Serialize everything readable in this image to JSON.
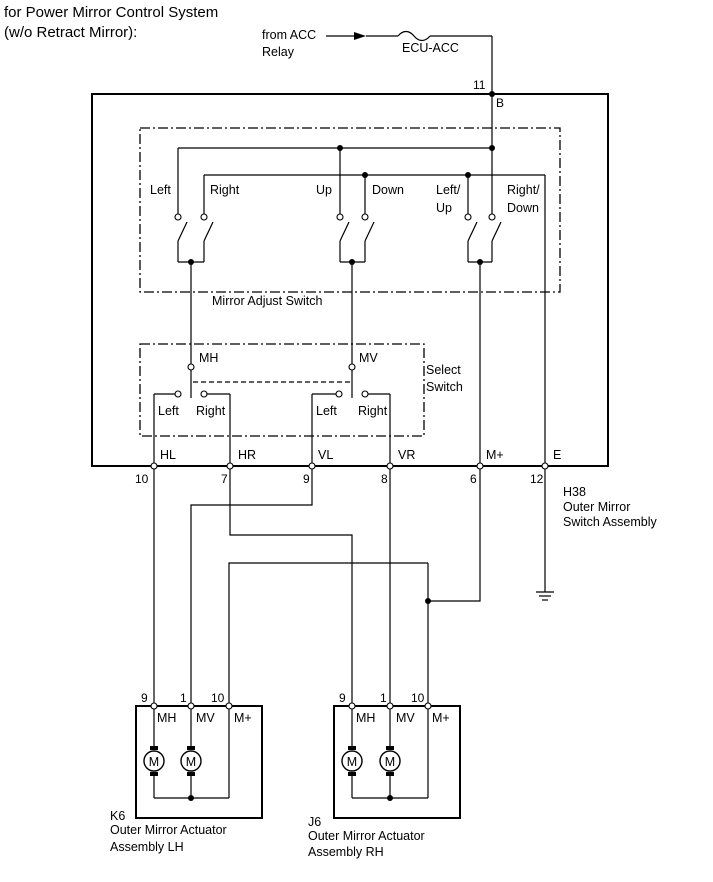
{
  "title": {
    "line1": "for Power Mirror Control System",
    "line2": "(w/o Retract Mirror):"
  },
  "source": {
    "line1": "from ACC",
    "line2": "Relay",
    "fuse_label": "ECU-ACC"
  },
  "switch_assembly": {
    "code": "H38",
    "name_line1": "Outer Mirror",
    "name_line2": "Switch Assembly",
    "input_pin": "11",
    "input_terminal": "B",
    "adjust_switch": {
      "label": "Mirror Adjust Switch",
      "left": "Left",
      "right": "Right",
      "up": "Up",
      "down": "Down",
      "left_up_1": "Left/",
      "left_up_2": "Up",
      "right_down_1": "Right/",
      "right_down_2": "Down"
    },
    "select_switch": {
      "label_1": "Select",
      "label_2": "Switch",
      "mh": "MH",
      "mv": "MV",
      "left_a": "Left",
      "right_a": "Right",
      "left_b": "Left",
      "right_b": "Right"
    },
    "terminals": [
      {
        "name": "HL",
        "pin": "10"
      },
      {
        "name": "HR",
        "pin": "7"
      },
      {
        "name": "VL",
        "pin": "9"
      },
      {
        "name": "VR",
        "pin": "8"
      },
      {
        "name": "M+",
        "pin": "6"
      },
      {
        "name": "E",
        "pin": "12"
      }
    ]
  },
  "actuators": [
    {
      "code": "K6",
      "name_line1": "Outer Mirror Actuator",
      "name_line2": "Assembly LH",
      "terminals": [
        {
          "name": "MH",
          "pin": "9"
        },
        {
          "name": "MV",
          "pin": "1"
        },
        {
          "name": "M+",
          "pin": "10"
        }
      ],
      "motor_symbol": "M"
    },
    {
      "code": "J6",
      "name_line1": "Outer Mirror Actuator",
      "name_line2": "Assembly RH",
      "terminals": [
        {
          "name": "MH",
          "pin": "9"
        },
        {
          "name": "MV",
          "pin": "1"
        },
        {
          "name": "M+",
          "pin": "10"
        }
      ],
      "motor_symbol": "M"
    }
  ]
}
